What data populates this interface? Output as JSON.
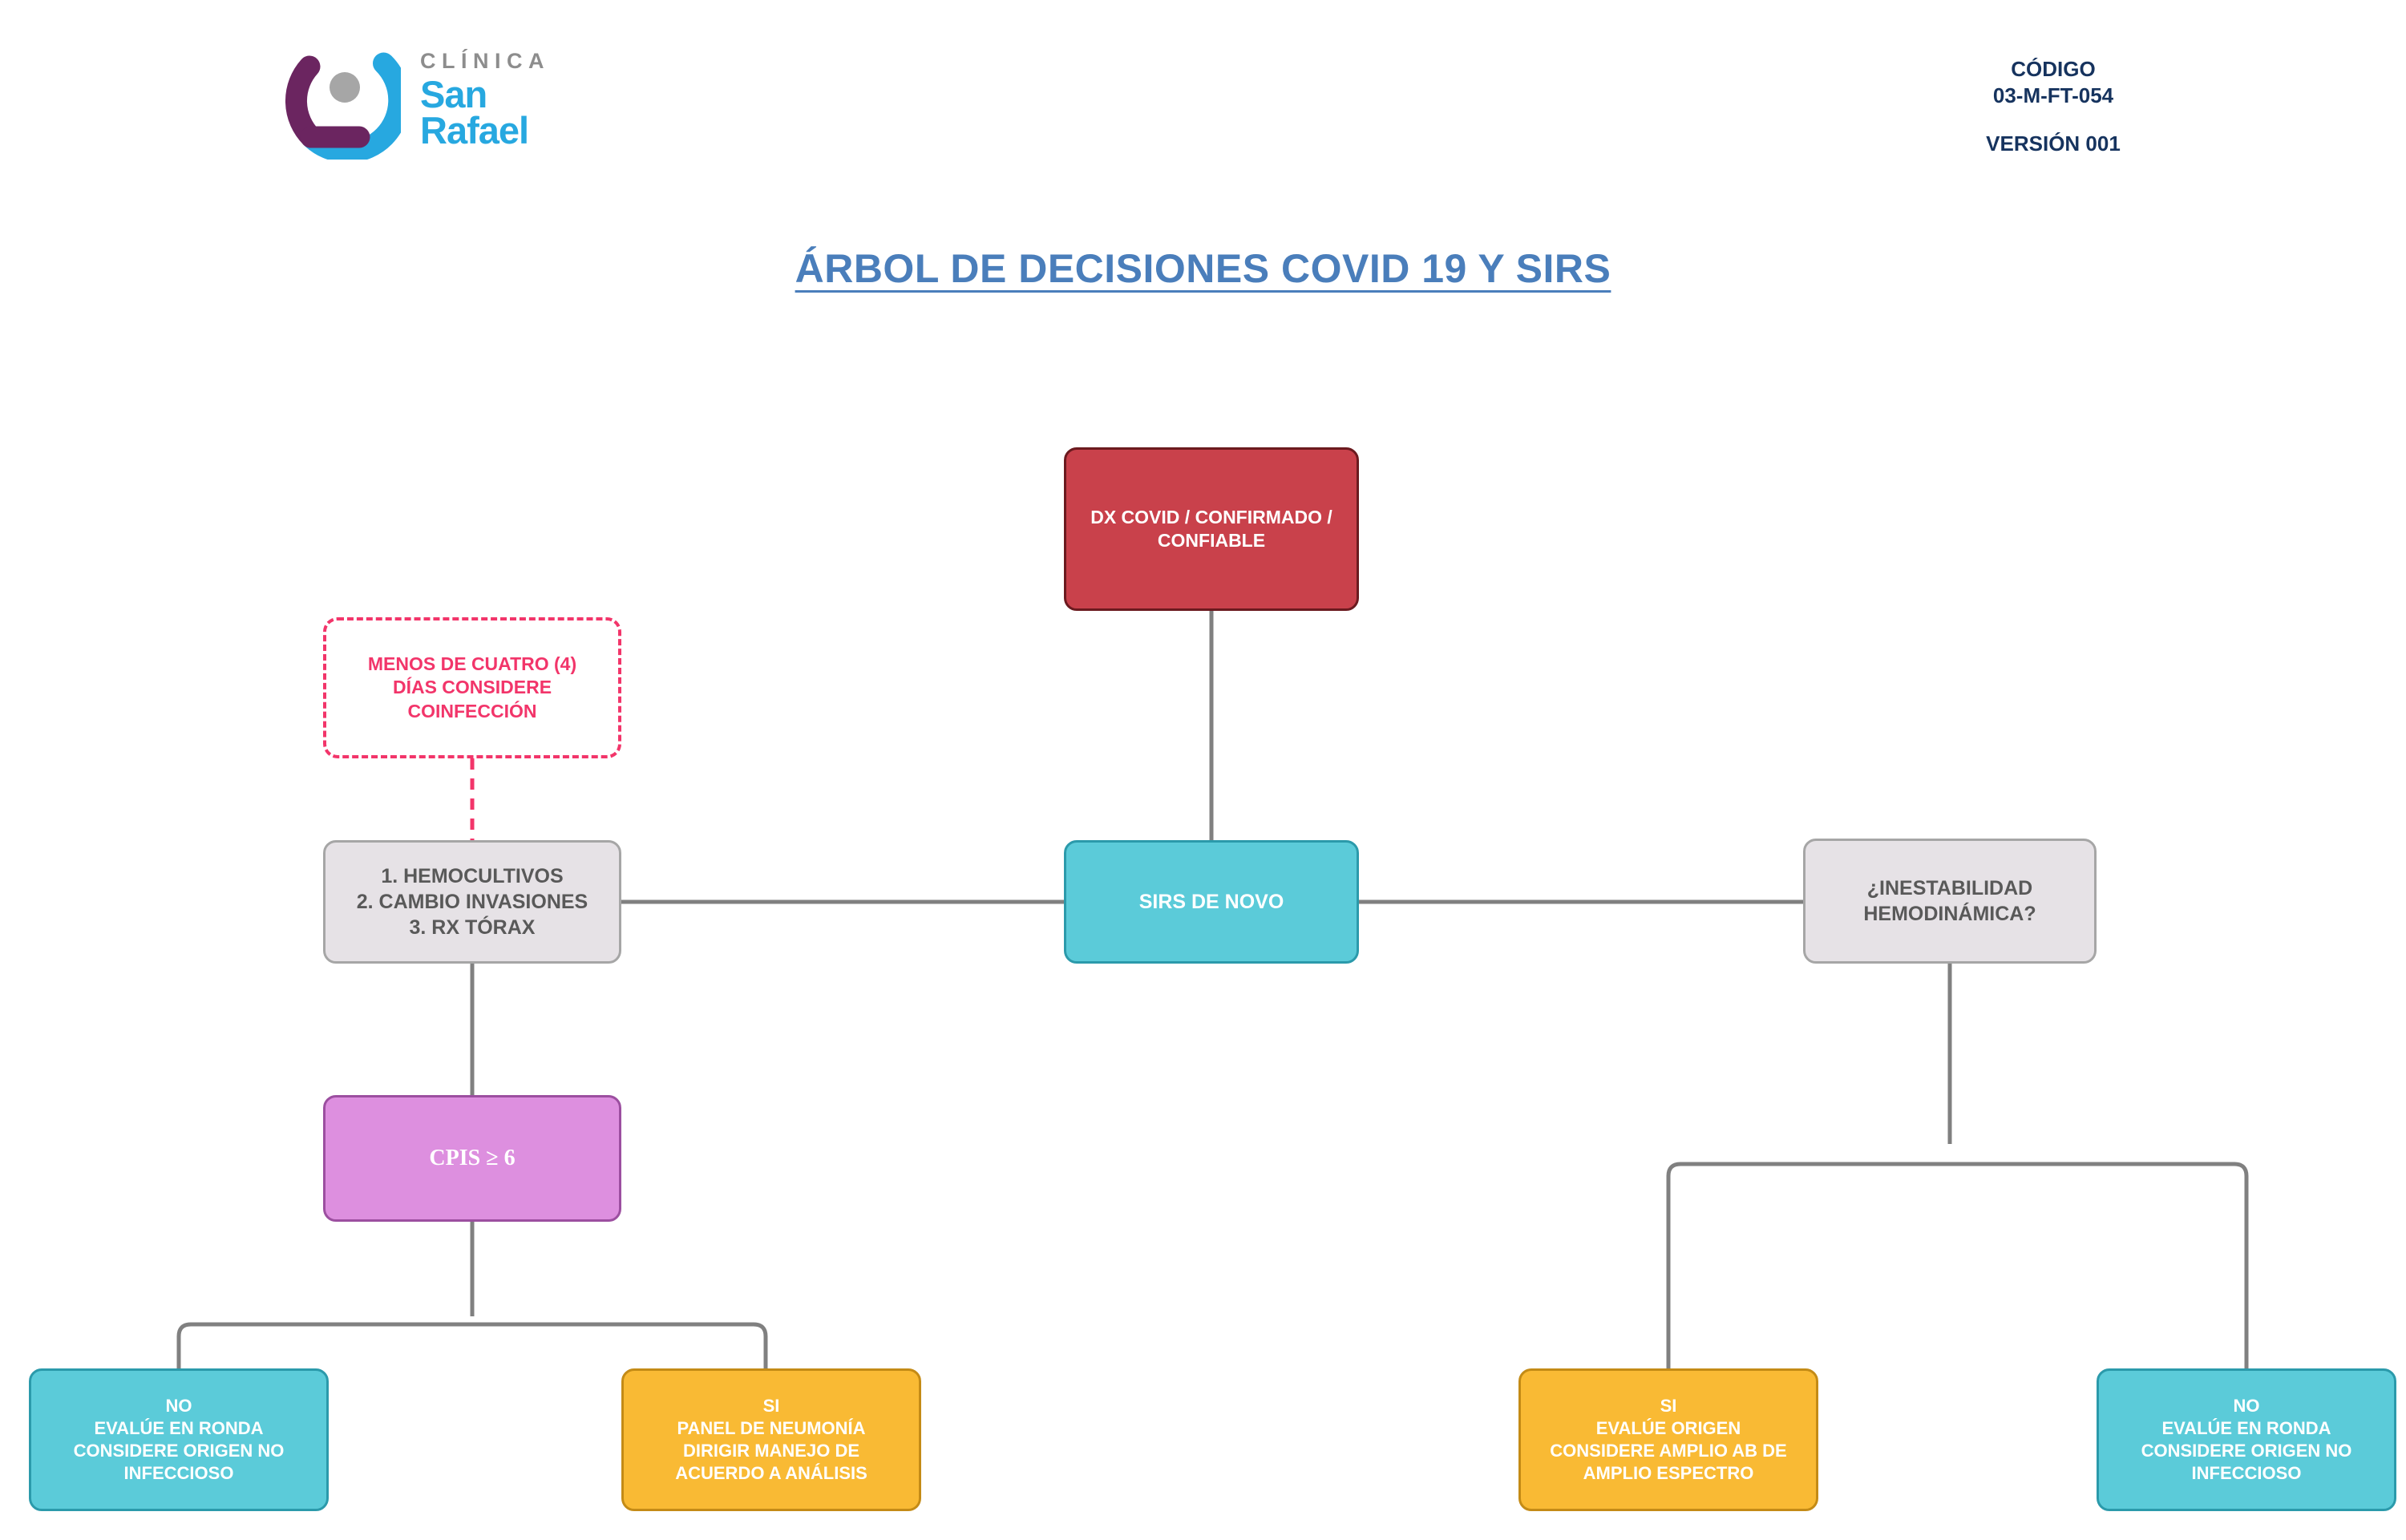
{
  "header": {
    "logo": {
      "clinica": "CLÍNICA",
      "san": "San",
      "rafael": "Rafael",
      "mark_icon": "clinica-san-rafael-logo-icon"
    },
    "codigo_label": "CÓDIGO",
    "codigo_value": "03-M-FT-054",
    "version": "VERSIÓN 001"
  },
  "title": "ÁRBOL DE DECISIONES COVID 19 Y SIRS",
  "colors": {
    "title": "#4A7EBB",
    "meta_text": "#16335E",
    "red": "#C9414B",
    "red_border": "#6B1A1F",
    "teal": "#5BCBD9",
    "teal_border": "#2B9AAB",
    "gray": "#E6E2E6",
    "gray_border": "#A6A6A6",
    "purple": "#DD8FDF",
    "purple_border": "#9C4FA0",
    "orange": "#F9BA34",
    "orange_border": "#C48B16",
    "pink_dashed": "#F2356A",
    "connector": "#808080",
    "logo_blue": "#27A8E0",
    "logo_purple": "#6B2560",
    "logo_gray": "#A6A6A6"
  },
  "nodes": {
    "root": {
      "line1": "DX COVID / CONFIRMADO /",
      "line2": "CONFIABLE"
    },
    "coinfeccion": {
      "line1": "MENOS DE CUATRO (4)",
      "line2": "DÍAS CONSIDERE",
      "line3": "COINFECCIÓN"
    },
    "studies": {
      "line1": "1. HEMOCULTIVOS",
      "line2": "2. CAMBIO INVASIONES",
      "line3": "3. RX TÓRAX"
    },
    "sirs": {
      "line1": "SIRS DE NOVO"
    },
    "hemodinamica": {
      "line1": "¿INESTABILIDAD",
      "line2": "HEMODINÁMICA?"
    },
    "cpis": {
      "line1": "CPIS  ≥ 6"
    },
    "left_no": {
      "line1": "NO",
      "line2": "EVALÚE EN RONDA",
      "line3": "CONSIDERE ORIGEN NO",
      "line4": "INFECCIOSO"
    },
    "left_si": {
      "line1": "SI",
      "line2": "PANEL DE NEUMONÍA",
      "line3": "DIRIGIR MANEJO DE",
      "line4": "ACUERDO A ANÁLISIS"
    },
    "right_si": {
      "line1": "SI",
      "line2": "EVALÚE ORIGEN",
      "line3": "CONSIDERE AMPLIO AB DE",
      "line4": "AMPLIO ESPECTRO"
    },
    "right_no": {
      "line1": "NO",
      "line2": "EVALÚE EN RONDA",
      "line3": "CONSIDERE ORIGEN NO",
      "line4": "INFECCIOSO"
    }
  }
}
